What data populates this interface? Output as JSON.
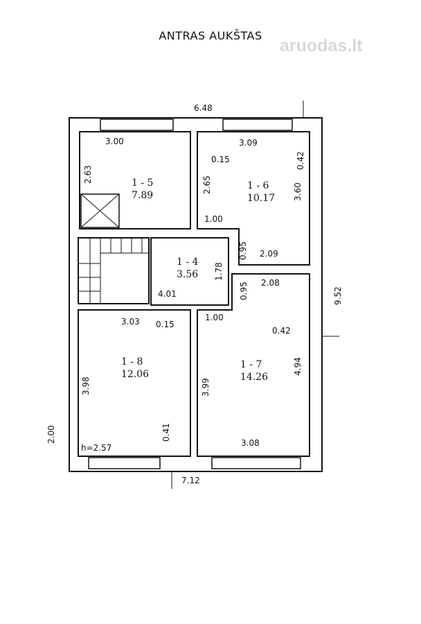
{
  "title": "ANTRAS AUKŠTAS",
  "watermark": {
    "brand": "aruodas",
    "tld": ".lt"
  },
  "rooms": [
    {
      "id": "1 - 5",
      "area": "7.89"
    },
    {
      "id": "1 - 6",
      "area": "10.17"
    },
    {
      "id": "1 - 4",
      "area": "3.56"
    },
    {
      "id": "1 - 8",
      "area": "12.06"
    },
    {
      "id": "1 - 7",
      "area": "14.26"
    }
  ],
  "dimensions": {
    "total_width_top": "6.48",
    "total_width_bottom": "7.12",
    "total_depth": "9.52",
    "left_offset": "2.00",
    "r15_width": "3.00",
    "r15_depth": "2.63",
    "r15_r16_wall": "0.15",
    "r16_width": "3.09",
    "r16_wall_right": "0.42",
    "r16_depth_inner": "2.65",
    "r16_depth": "3.60",
    "r16_door": "1.00",
    "r16_step": "0.95",
    "r16_bottom": "2.09",
    "r14_depth": "1.78",
    "r14_width": "4.01",
    "r17_step": "0.95",
    "r17_top": "2.08",
    "r18_width": "3.03",
    "r18_r17_wall": "0.15",
    "r17_door": "1.00",
    "r17_wall_right": "0.42",
    "r18_depth": "3.98",
    "r17_depth_left": "3.99",
    "r17_depth": "4.94",
    "r18_wall": "0.41",
    "r17_width": "3.08",
    "height": "h=2.57"
  }
}
